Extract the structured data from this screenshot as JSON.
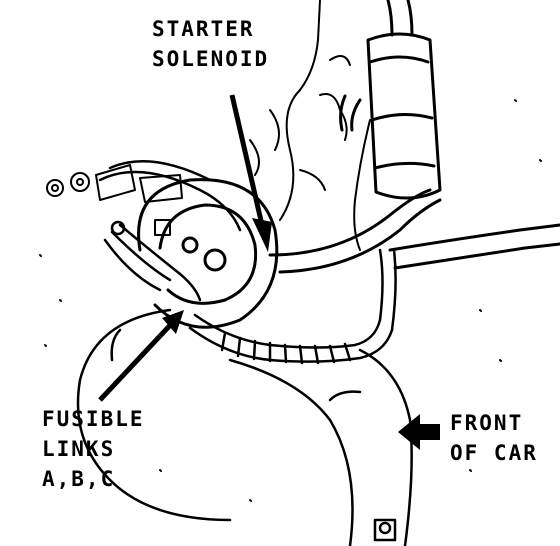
{
  "labels": {
    "starter_solenoid": [
      "STARTER",
      "SOLENOID"
    ],
    "fusible_links": [
      "FUSIBLE",
      "LINKS",
      "A,B,C"
    ],
    "front_of_car": [
      "FRONT",
      "OF CAR"
    ]
  },
  "colors": {
    "ink": "#000000",
    "paper": "#ffffff"
  }
}
